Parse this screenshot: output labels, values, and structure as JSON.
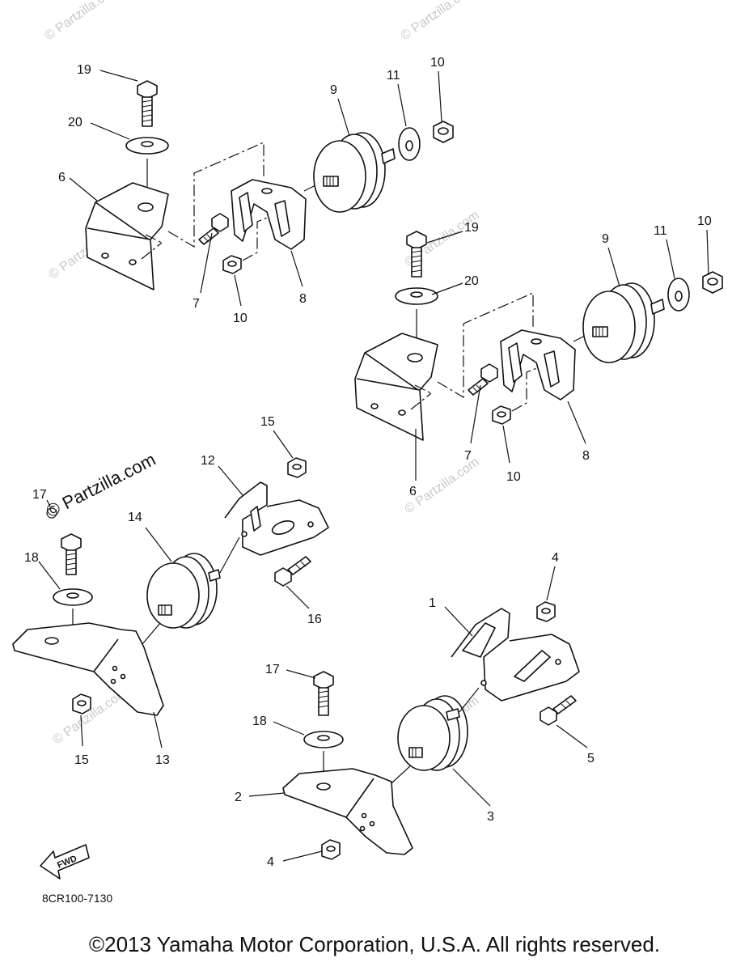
{
  "diagram": {
    "drawing_code": "8CR100-7130",
    "copyright": "©2013  Yamaha Motor Corporation, U.S.A. All rights reserved.",
    "direction_marker": "FWD",
    "watermarks": [
      "© Partzilla.com",
      "© Partzilla.com",
      "© Partzilla.com",
      "© Partzilla.com",
      "© Partzilla.com",
      "© Partzilla.com",
      "© Partzilla.com",
      "© Partzilla.com"
    ],
    "callouts": {
      "a19": "19",
      "a20": "20",
      "a6": "6",
      "a7": "7",
      "a10": "10",
      "a8": "8",
      "a9": "9",
      "a11": "11",
      "a10b": "10",
      "b19": "19",
      "b20": "20",
      "b6": "6",
      "b7": "7",
      "b10": "10",
      "b8": "8",
      "b9": "9",
      "b11": "11",
      "b10b": "10",
      "c17": "17",
      "c18": "18",
      "c14": "14",
      "c12": "12",
      "c15": "15",
      "c16": "16",
      "c15b": "15",
      "c13": "13",
      "d17": "17",
      "d18": "18",
      "d2": "2",
      "d4": "4",
      "d3": "3",
      "d1": "1",
      "d4b": "4",
      "d5": "5"
    }
  }
}
